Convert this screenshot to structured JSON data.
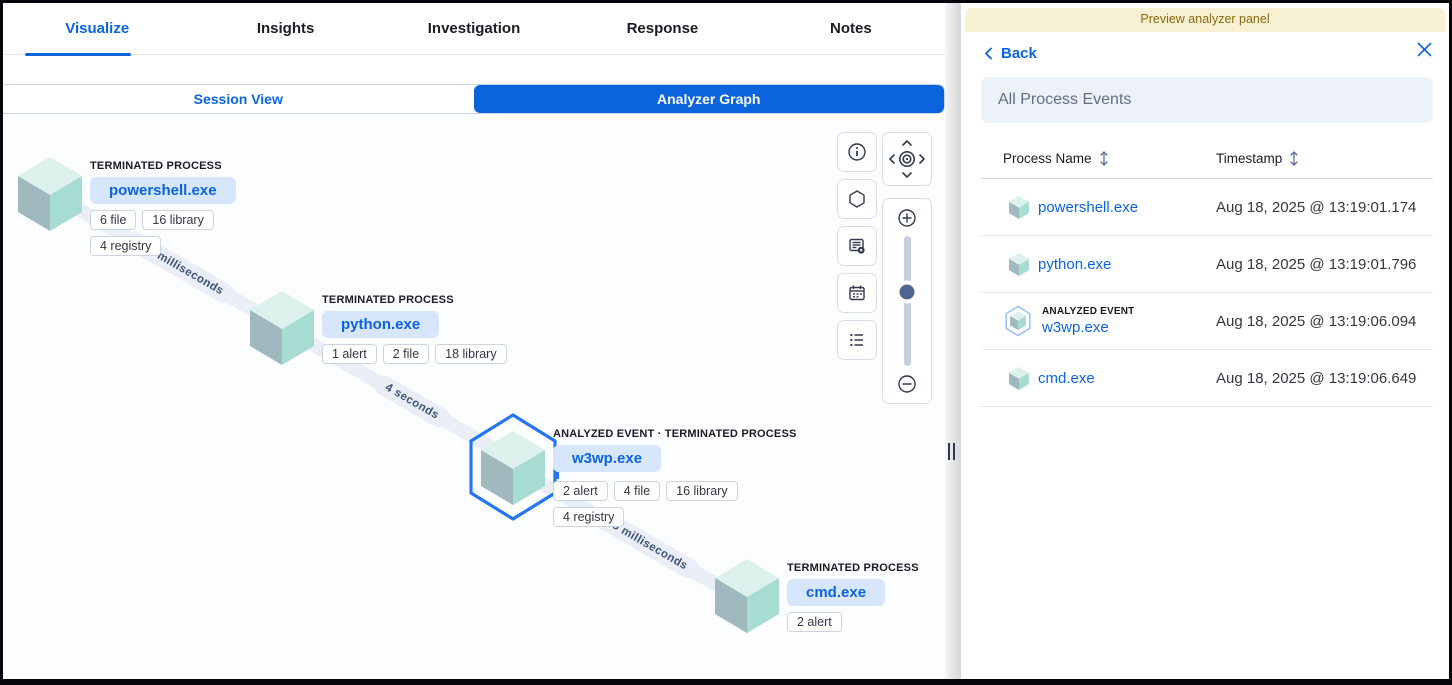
{
  "tabs": [
    {
      "label": "Visualize",
      "active": true
    },
    {
      "label": "Insights",
      "active": false
    },
    {
      "label": "Investigation",
      "active": false
    },
    {
      "label": "Response",
      "active": false
    },
    {
      "label": "Notes",
      "active": false
    }
  ],
  "view_toggle": {
    "session_label": "Session View",
    "analyzer_label": "Analyzer Graph"
  },
  "graph": {
    "nodes": [
      {
        "kind": "TERMINATED PROCESS",
        "name": "powershell.exe",
        "badges": [
          "6 file",
          "16 library",
          "4 registry"
        ]
      },
      {
        "kind": "TERMINATED PROCESS",
        "name": "python.exe",
        "badges": [
          "1 alert",
          "2 file",
          "18 library"
        ]
      },
      {
        "kind": "ANALYZED EVENT · TERMINATED PROCESS",
        "name": "w3wp.exe",
        "badges": [
          "2 alert",
          "4 file",
          "16 library",
          "4 registry"
        ]
      },
      {
        "kind": "TERMINATED PROCESS",
        "name": "cmd.exe",
        "badges": [
          "2 alert"
        ]
      }
    ],
    "edges": [
      {
        "label": "622 milliseconds"
      },
      {
        "label": "4 seconds"
      },
      {
        "label": "555 milliseconds"
      }
    ],
    "toolbar_icons": [
      "info-icon",
      "hexagon-icon",
      "schema-settings-icon",
      "calendar-icon",
      "legend-list-icon",
      "pan-icon",
      "zoom-in-icon",
      "zoom-out-icon"
    ]
  },
  "panel": {
    "banner": "Preview analyzer panel",
    "back_label": "Back",
    "title": "All Process Events",
    "table": {
      "columns": [
        {
          "label": "Process Name"
        },
        {
          "label": "Timestamp"
        }
      ],
      "rows": [
        {
          "name": "powershell.exe",
          "timestamp": "Aug 18, 2025 @ 13:19:01.174",
          "tag": ""
        },
        {
          "name": "python.exe",
          "timestamp": "Aug 18, 2025 @ 13:19:01.796",
          "tag": ""
        },
        {
          "name": "w3wp.exe",
          "timestamp": "Aug 18, 2025 @ 13:19:06.094",
          "tag": "ANALYZED EVENT"
        },
        {
          "name": "cmd.exe",
          "timestamp": "Aug 18, 2025 @ 13:19:06.649",
          "tag": ""
        }
      ]
    }
  },
  "colors": {
    "primary_blue": "#0b64dd",
    "hexagon_stroke": "#2476f0",
    "pill_bg": "#d8e6fb",
    "edge_band": "#e9eef7",
    "banner_bg": "#f8f0d2",
    "banner_text": "#8a6a10",
    "cube_top": "#ddf1ec",
    "cube_left": "#9fb9be",
    "cube_right": "#a6dcd2"
  }
}
